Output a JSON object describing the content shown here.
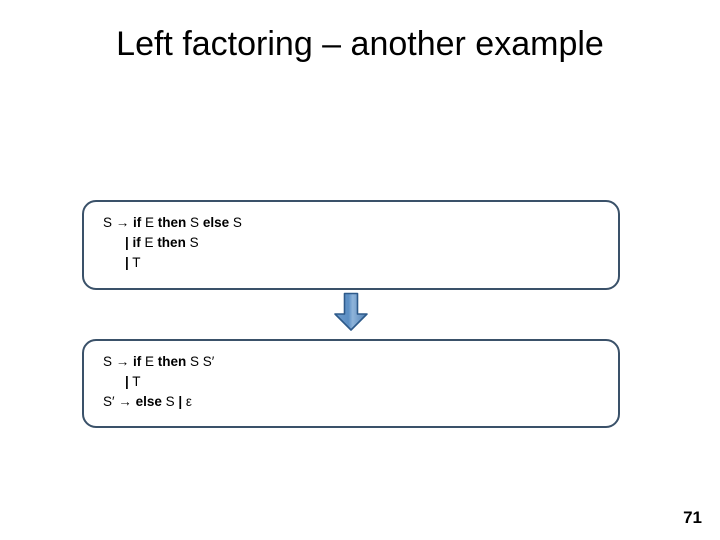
{
  "slide": {
    "title": "Left factoring – another example",
    "page_number": "71",
    "colors": {
      "box_border": "#3a5169",
      "box_fill": "#ffffff",
      "arrow_fill": "#5b8ec4",
      "arrow_fill_light": "#8fb4da",
      "arrow_stroke": "#2e5a8a",
      "text": "#000000",
      "background": "#ffffff"
    }
  },
  "boxes": [
    {
      "name": "grammar-before",
      "lines": [
        {
          "indent": 0,
          "segments": [
            {
              "text": "S ",
              "bold": false
            },
            {
              "text": "→",
              "bold": false
            },
            {
              "text": " ",
              "bold": false
            },
            {
              "text": "if",
              "bold": true
            },
            {
              "text": " E ",
              "bold": false
            },
            {
              "text": "then",
              "bold": true
            },
            {
              "text": " S ",
              "bold": false
            },
            {
              "text": "else",
              "bold": true
            },
            {
              "text": " S",
              "bold": false
            }
          ]
        },
        {
          "indent": 1,
          "segments": [
            {
              "text": "|",
              "bold": true
            },
            {
              "text": " ",
              "bold": false
            },
            {
              "text": "if",
              "bold": true
            },
            {
              "text": " E ",
              "bold": false
            },
            {
              "text": "then",
              "bold": true
            },
            {
              "text": " S",
              "bold": false
            }
          ]
        },
        {
          "indent": 1,
          "segments": [
            {
              "text": "|",
              "bold": true
            },
            {
              "text": " T",
              "bold": false
            }
          ]
        }
      ]
    },
    {
      "name": "grammar-after",
      "lines": [
        {
          "indent": 0,
          "segments": [
            {
              "text": "S ",
              "bold": false
            },
            {
              "text": "→",
              "bold": false
            },
            {
              "text": " ",
              "bold": false
            },
            {
              "text": "if",
              "bold": true
            },
            {
              "text": " E ",
              "bold": false
            },
            {
              "text": "then",
              "bold": true
            },
            {
              "text": " S S′",
              "bold": false
            }
          ]
        },
        {
          "indent": 1,
          "segments": [
            {
              "text": "|",
              "bold": true
            },
            {
              "text": " T",
              "bold": false
            }
          ]
        },
        {
          "indent": 0,
          "segments": [
            {
              "text": "S′ ",
              "bold": false
            },
            {
              "text": "→",
              "bold": false
            },
            {
              "text": " ",
              "bold": false
            },
            {
              "text": "else",
              "bold": true
            },
            {
              "text": " S ",
              "bold": false
            },
            {
              "text": "|",
              "bold": true
            },
            {
              "text": " ε",
              "bold": false
            }
          ]
        }
      ]
    }
  ],
  "arrow": {
    "name": "down-arrow",
    "direction": "down",
    "label": ""
  }
}
